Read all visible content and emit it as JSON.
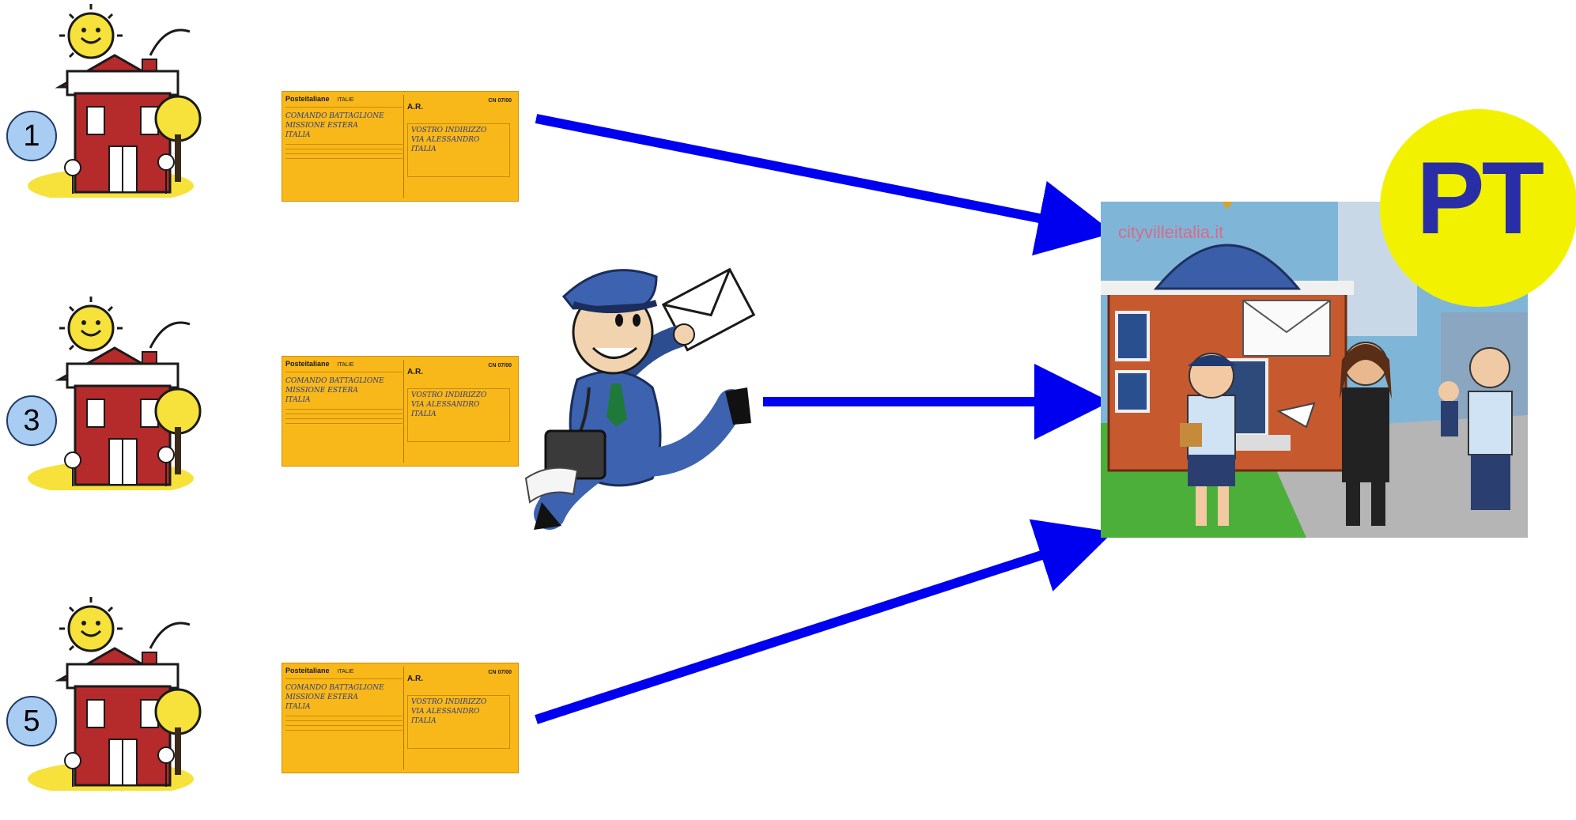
{
  "houses": [
    {
      "badge": "1"
    },
    {
      "badge": "3"
    },
    {
      "badge": "5"
    }
  ],
  "receipt": {
    "brand": "Posteitaliane",
    "country": "ITALIE",
    "type": "A.R.",
    "code": "CN 07/00",
    "sender_lines": [
      "COMANDO BATTAGLIONE",
      "MISSIONE ESTERA",
      "ITALIA"
    ],
    "address_lines": [
      "VOSTRO INDIRIZZO",
      "VIA ALESSANDRO",
      "ITALIA"
    ]
  },
  "scene": {
    "watermark": "cityvilleitalia.it",
    "logo_text": "PT"
  },
  "colors": {
    "arrow": "#0000f0",
    "badge_fill": "#a9cdf2",
    "receipt": "#f9b81a",
    "pt_circle": "#f2f200",
    "pt_text": "#2a2ea6"
  }
}
